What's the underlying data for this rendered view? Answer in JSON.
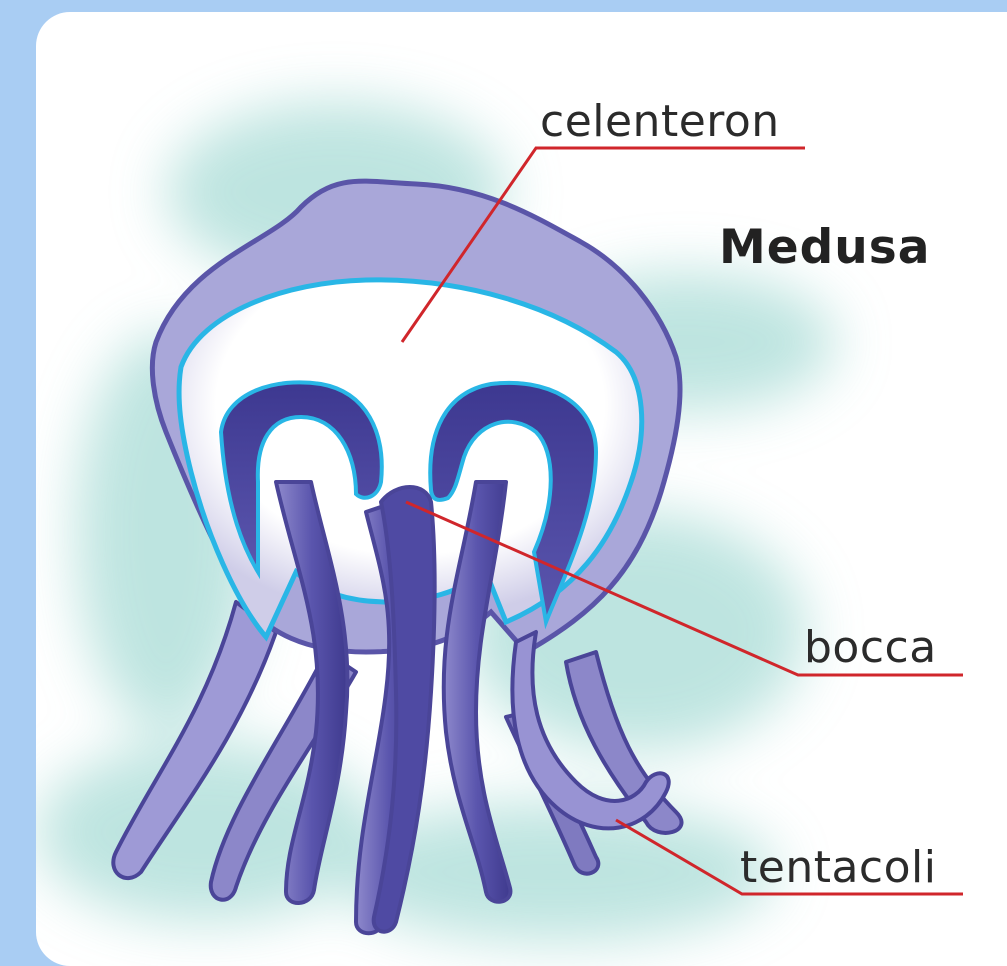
{
  "diagram": {
    "title": "Medusa",
    "labels": {
      "celenteron": "celenteron",
      "bocca": "bocca",
      "tentacoli": "tentacoli"
    },
    "colors": {
      "background_frame": "#a9cdf3",
      "card": "#ffffff",
      "body_fill": "#a9a7d9",
      "body_outline": "#5a55a8",
      "inner_lining": "#29b6e6",
      "tentacle_dark": "#4a4598",
      "water_glow": "#a8dcd6",
      "leader_lines": "#d0262b"
    }
  }
}
